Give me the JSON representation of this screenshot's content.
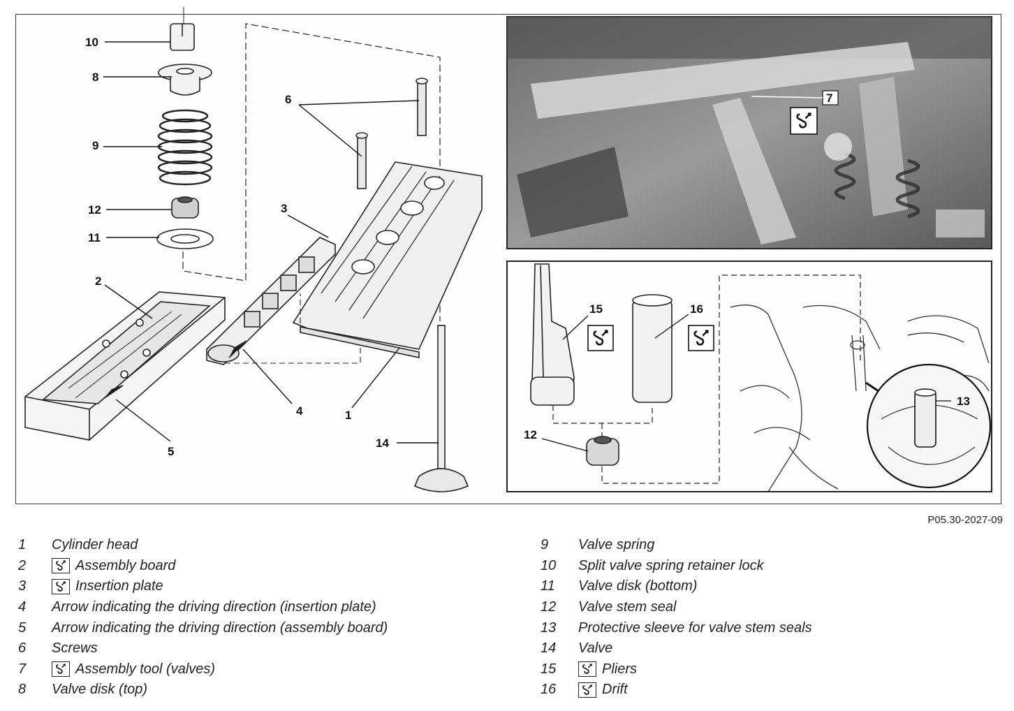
{
  "figure_id": "P05.30-2027-09",
  "callouts": {
    "c1": "1",
    "c2": "2",
    "c3": "3",
    "c4": "4",
    "c5": "5",
    "c6": "6",
    "c7": "7",
    "c8": "8",
    "c9": "9",
    "c10": "10",
    "c11": "11",
    "c12": "12",
    "c12b": "12",
    "c13": "13",
    "c14": "14",
    "c15": "15",
    "c16": "16"
  },
  "legend_left": [
    {
      "num": "1",
      "text": "Cylinder head",
      "tool": false
    },
    {
      "num": "2",
      "text": "Assembly board",
      "tool": true
    },
    {
      "num": "3",
      "text": "Insertion plate",
      "tool": true
    },
    {
      "num": "4",
      "text": "Arrow indicating the driving direction (insertion plate)",
      "tool": false
    },
    {
      "num": "5",
      "text": "Arrow indicating the driving direction (assembly board)",
      "tool": false
    },
    {
      "num": "6",
      "text": "Screws",
      "tool": false
    },
    {
      "num": "7",
      "text": "Assembly tool (valves)",
      "tool": true
    },
    {
      "num": "8",
      "text": "Valve disk (top)",
      "tool": false
    }
  ],
  "legend_right": [
    {
      "num": "9",
      "text": "Valve spring",
      "tool": false
    },
    {
      "num": "10",
      "text": "Split valve spring retainer lock",
      "tool": false
    },
    {
      "num": "11",
      "text": "Valve disk (bottom)",
      "tool": false
    },
    {
      "num": "12",
      "text": "Valve stem seal",
      "tool": false
    },
    {
      "num": "13",
      "text": "Protective sleeve for valve stem seals",
      "tool": false
    },
    {
      "num": "14",
      "text": "Valve",
      "tool": false
    },
    {
      "num": "15",
      "text": "Pliers",
      "tool": true
    },
    {
      "num": "16",
      "text": "Drift",
      "tool": true
    }
  ]
}
